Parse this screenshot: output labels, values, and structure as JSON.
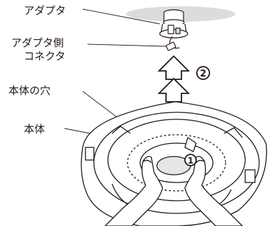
{
  "labels": {
    "adapter": "アダプタ",
    "adapter_connector_line1": "アダプタ側",
    "adapter_connector_line2": "コネクタ",
    "body_hole": "本体の穴",
    "body": "本体"
  },
  "steps": {
    "step1": "1",
    "step2": "2"
  },
  "colors": {
    "line": "#231815",
    "ceiling": "#dcdcdc",
    "hole_fill": "#e6e6e6",
    "white": "#ffffff"
  }
}
